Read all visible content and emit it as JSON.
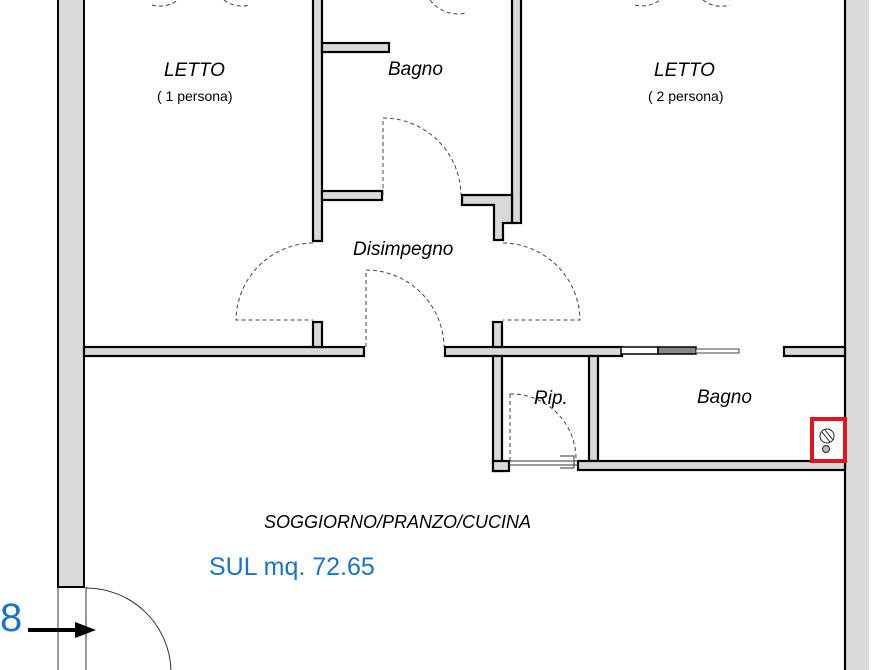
{
  "plan": {
    "rooms": [
      {
        "id": "letto-1",
        "name": "LETTO",
        "sub": "( 1 persona)"
      },
      {
        "id": "bagno-top",
        "name": "Bagno"
      },
      {
        "id": "letto-2",
        "name": "LETTO",
        "sub": "( 2 persona)"
      },
      {
        "id": "disimpegno",
        "name": "Disimpegno"
      },
      {
        "id": "ripostiglio",
        "name": "Rip."
      },
      {
        "id": "bagno-right",
        "name": "Bagno"
      },
      {
        "id": "soggiorno",
        "name": "SOGGIORNO/PRANZO/CUCINA"
      }
    ],
    "area_label": "SUL mq. 72.65",
    "unit_number": "8",
    "highlight_color": "#e0141b",
    "area_text_color": "#1a73c9",
    "wall_fill": "#d9d9d9"
  }
}
